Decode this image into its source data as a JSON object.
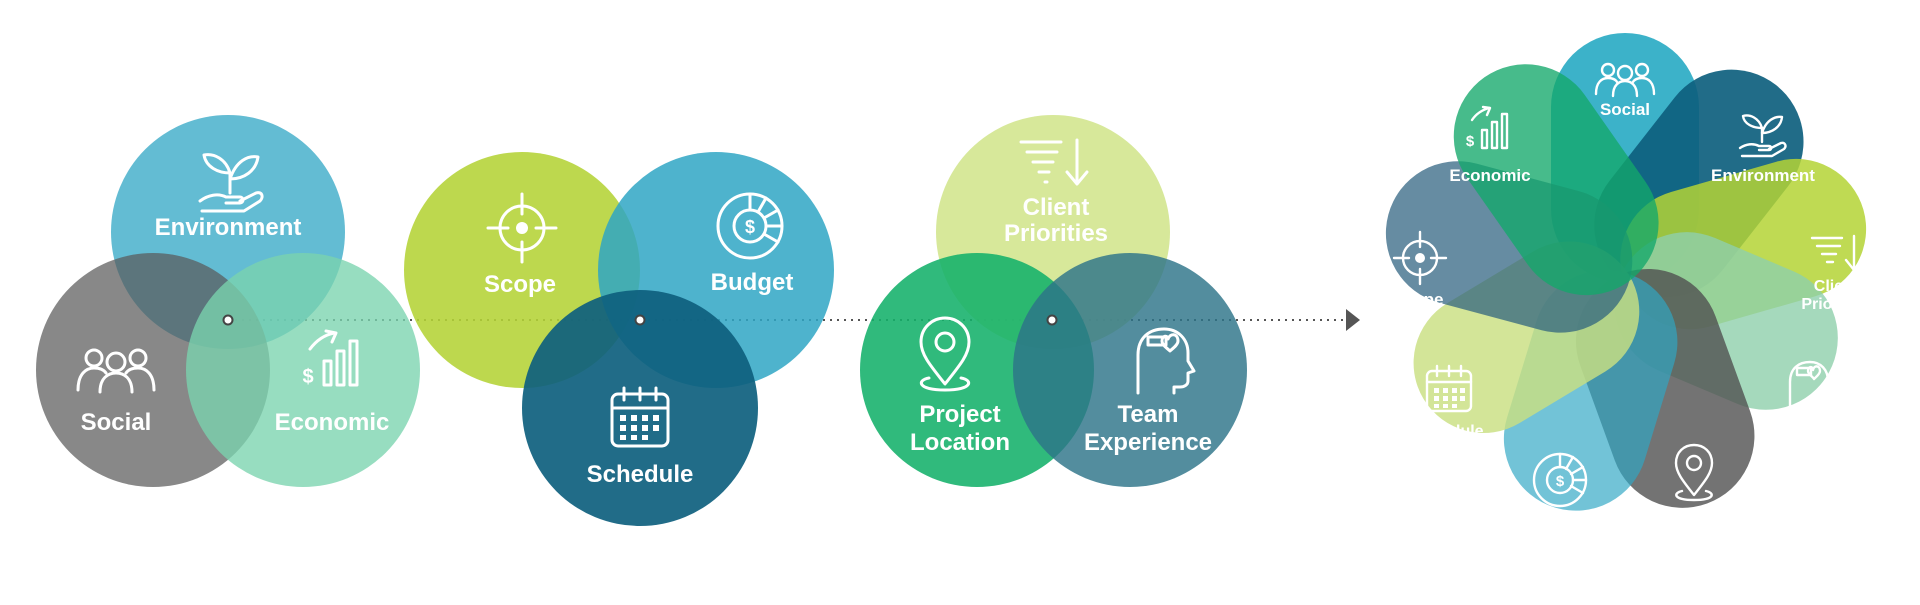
{
  "group_one": {
    "environment": "Environment",
    "social": "Social",
    "economic": "Economic"
  },
  "group_two": {
    "scope": "Scope",
    "budget": "Budget",
    "schedule": "Schedule"
  },
  "group_three": {
    "client_line1": "Client",
    "client_line2": "Priorities",
    "project_line1": "Project",
    "project_line2": "Location",
    "team_line1": "Team",
    "team_line2": "Experience"
  },
  "flower": {
    "social": "Social",
    "economic": "Economic",
    "environment": "Environment",
    "scope": "Scope",
    "client_line1": "Client",
    "client_line2": "Priorities",
    "schedule": "Schedule",
    "team_line1": "Team",
    "team_line2": "Experience",
    "budget": "Budget",
    "project_line1": "Project",
    "project_line2": "Location"
  },
  "colors": {
    "teal": "#2fa6c4",
    "grey": "#5a5a5a",
    "mint": "#7ad4ae",
    "lime": "#b4d335",
    "navy": "#0e5f7e",
    "pale_lime": "#d3e58f",
    "green": "#13b06a",
    "slate": "#2d7489",
    "connector": "#555555"
  }
}
